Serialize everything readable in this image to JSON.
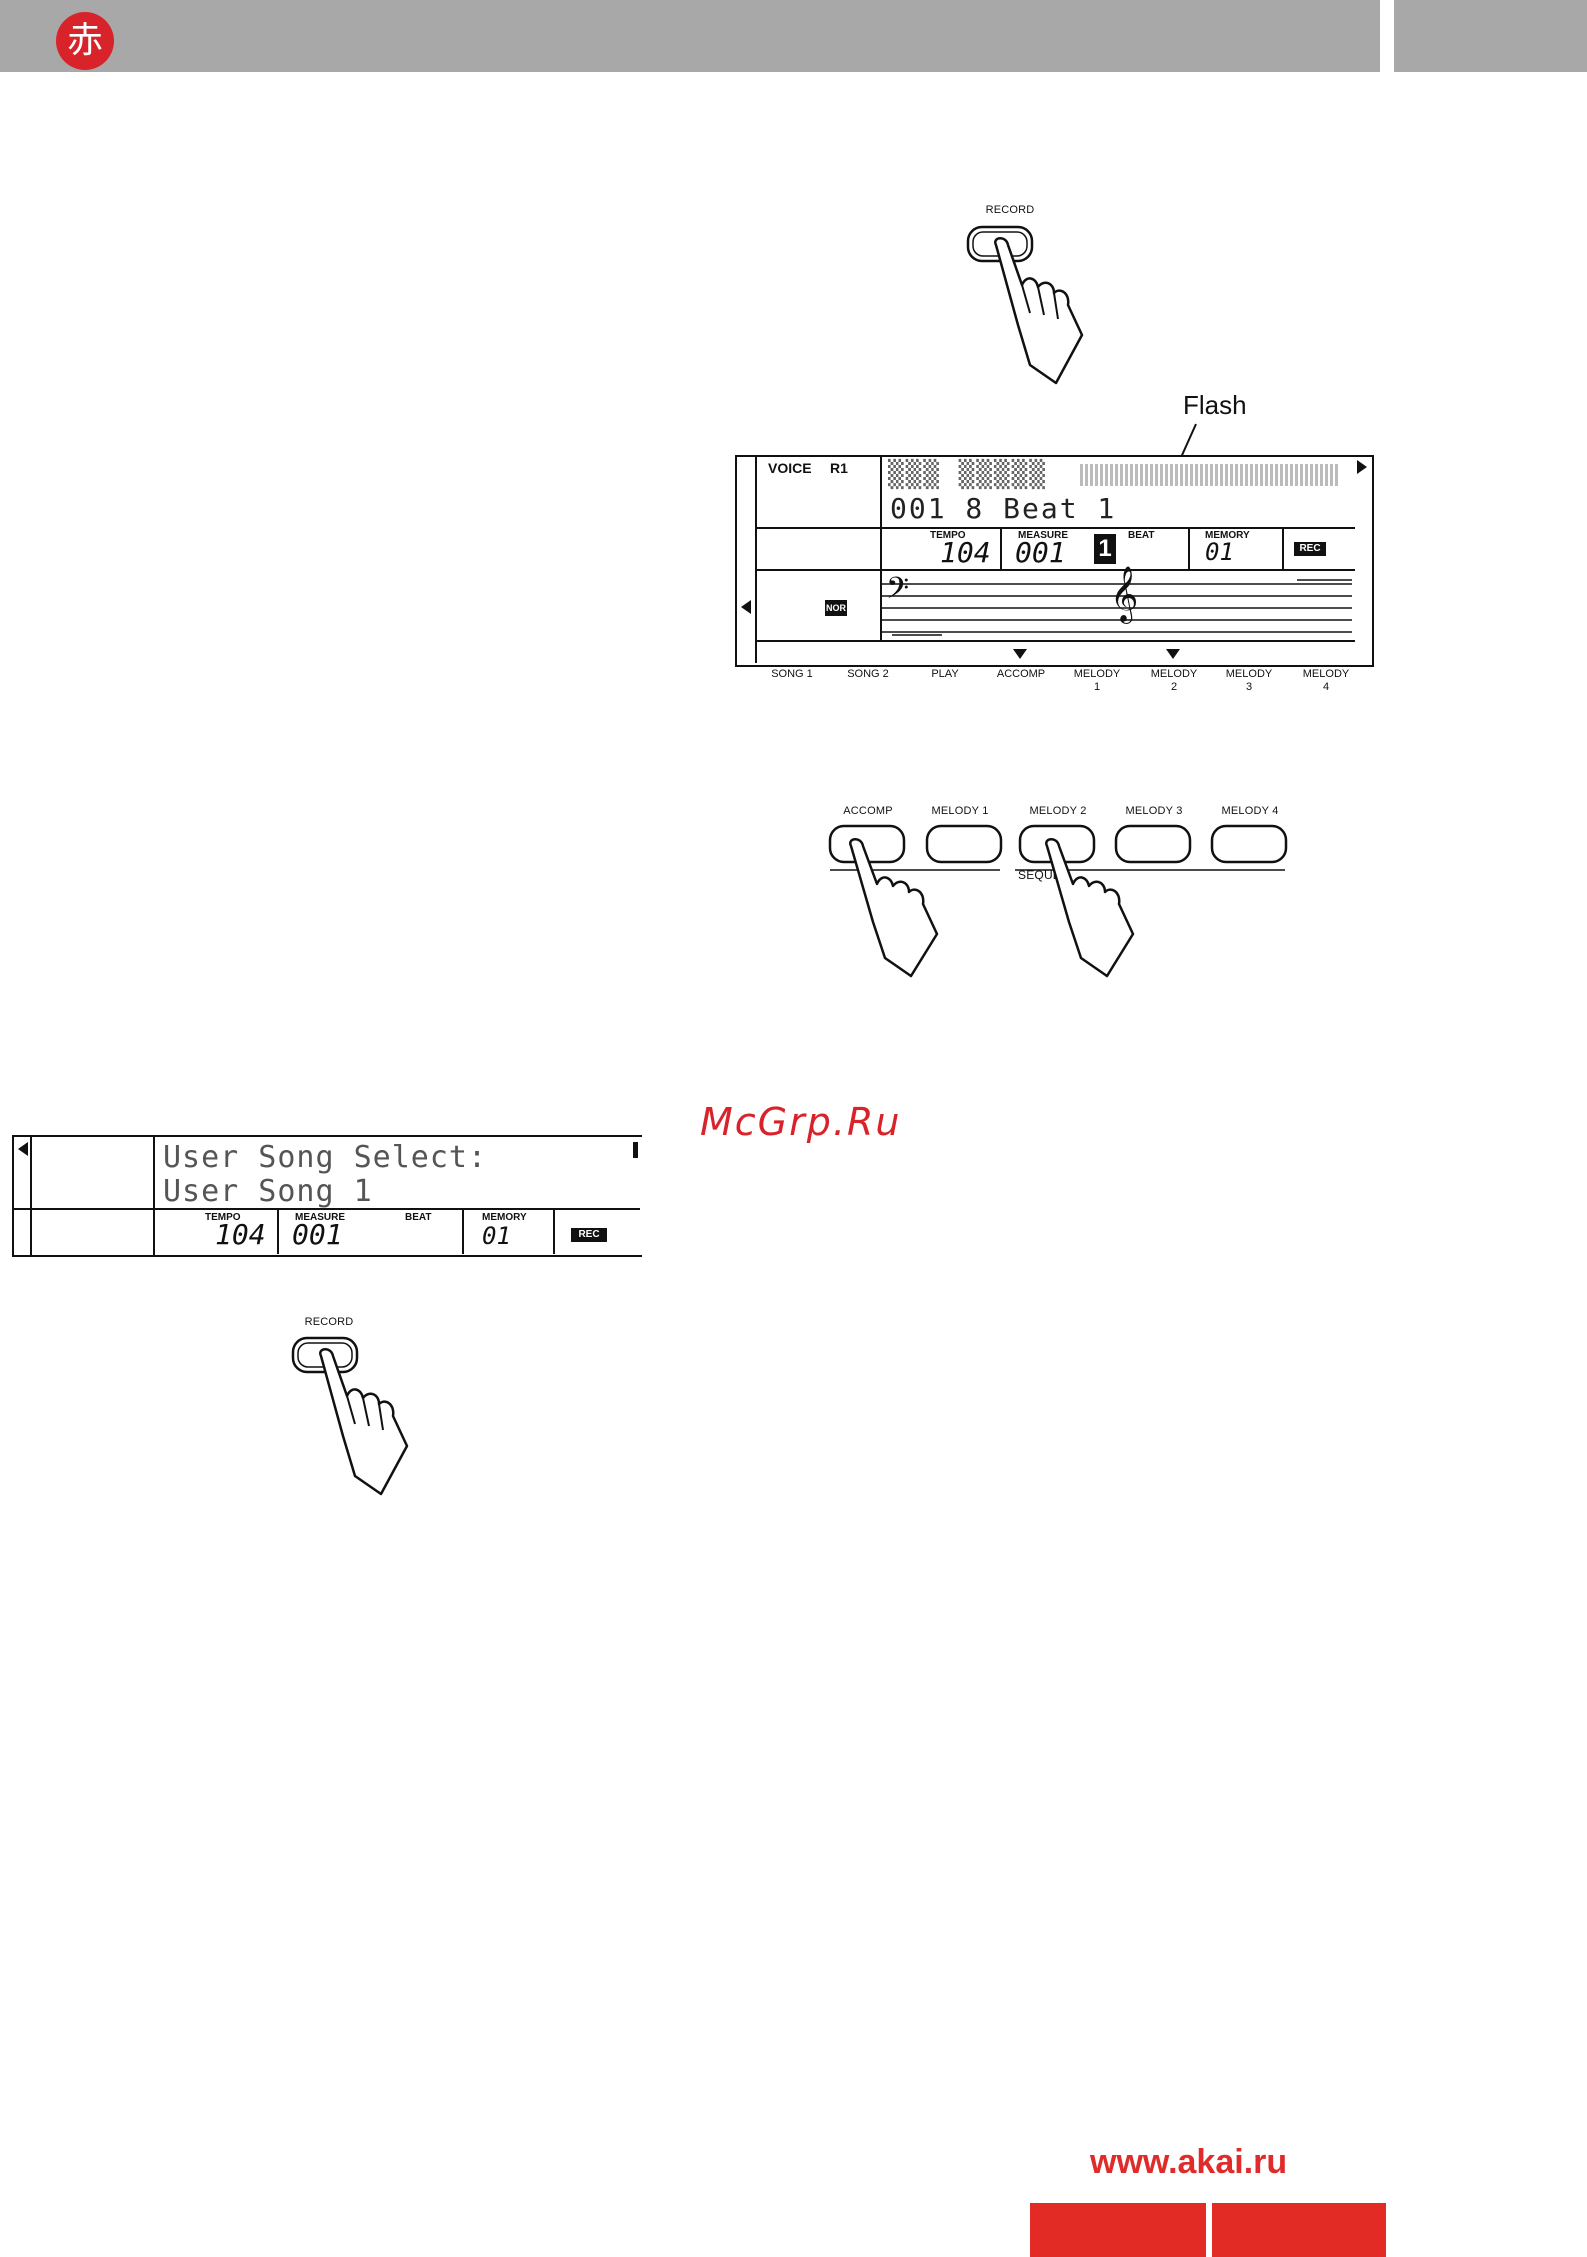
{
  "header": {
    "logo_glyph": "赤",
    "bar_color": "#a8a8a8",
    "logo_color": "#d8232a"
  },
  "record_button_top": {
    "label": "RECORD"
  },
  "flash_label": "Flash",
  "main_lcd": {
    "voice_label": "VOICE",
    "voice_r": "R1",
    "line1": "▒▒▒ ▒▒▒▒▒",
    "line2": "001 8 Beat 1",
    "tempo_label": "TEMPO",
    "tempo_value": "104",
    "measure_label": "MEASURE",
    "measure_value": "001",
    "beat_label": "BEAT",
    "beat_value": "1",
    "memory_label": "MEMORY",
    "memory_value": "01",
    "rec_badge": "REC",
    "nor_badge": "NOR",
    "bass_clef": "𝄢",
    "treble_clef": "𝄞"
  },
  "lcd_tabs": [
    {
      "label": "SONG 1",
      "sub": "",
      "marker": false
    },
    {
      "label": "SONG 2",
      "sub": "",
      "marker": false
    },
    {
      "label": "PLAY",
      "sub": "",
      "marker": false
    },
    {
      "label": "ACCOMP",
      "sub": "",
      "marker": true
    },
    {
      "label": "MELODY",
      "sub": "1",
      "marker": false
    },
    {
      "label": "MELODY",
      "sub": "2",
      "marker": true
    },
    {
      "label": "MELODY",
      "sub": "3",
      "marker": false
    },
    {
      "label": "MELODY",
      "sub": "4",
      "marker": false
    }
  ],
  "track_buttons": {
    "labels": [
      "ACCOMP",
      "MELODY 1",
      "MELODY 2",
      "MELODY 3",
      "MELODY 4"
    ],
    "section_label": "SEQUEN"
  },
  "small_lcd": {
    "line1": "User Song Select:",
    "line2": "User Song 1",
    "tempo_label": "TEMPO",
    "tempo_value": "104",
    "measure_label": "MEASURE",
    "measure_value": "001",
    "beat_label": "BEAT",
    "memory_label": "MEMORY",
    "memory_value": "01",
    "rec_badge": "REC"
  },
  "record_button_bottom": {
    "label": "RECORD"
  },
  "watermark": "McGrp.Ru",
  "footer": {
    "website": "www.akai.ru",
    "accent_color": "#e32b26"
  }
}
